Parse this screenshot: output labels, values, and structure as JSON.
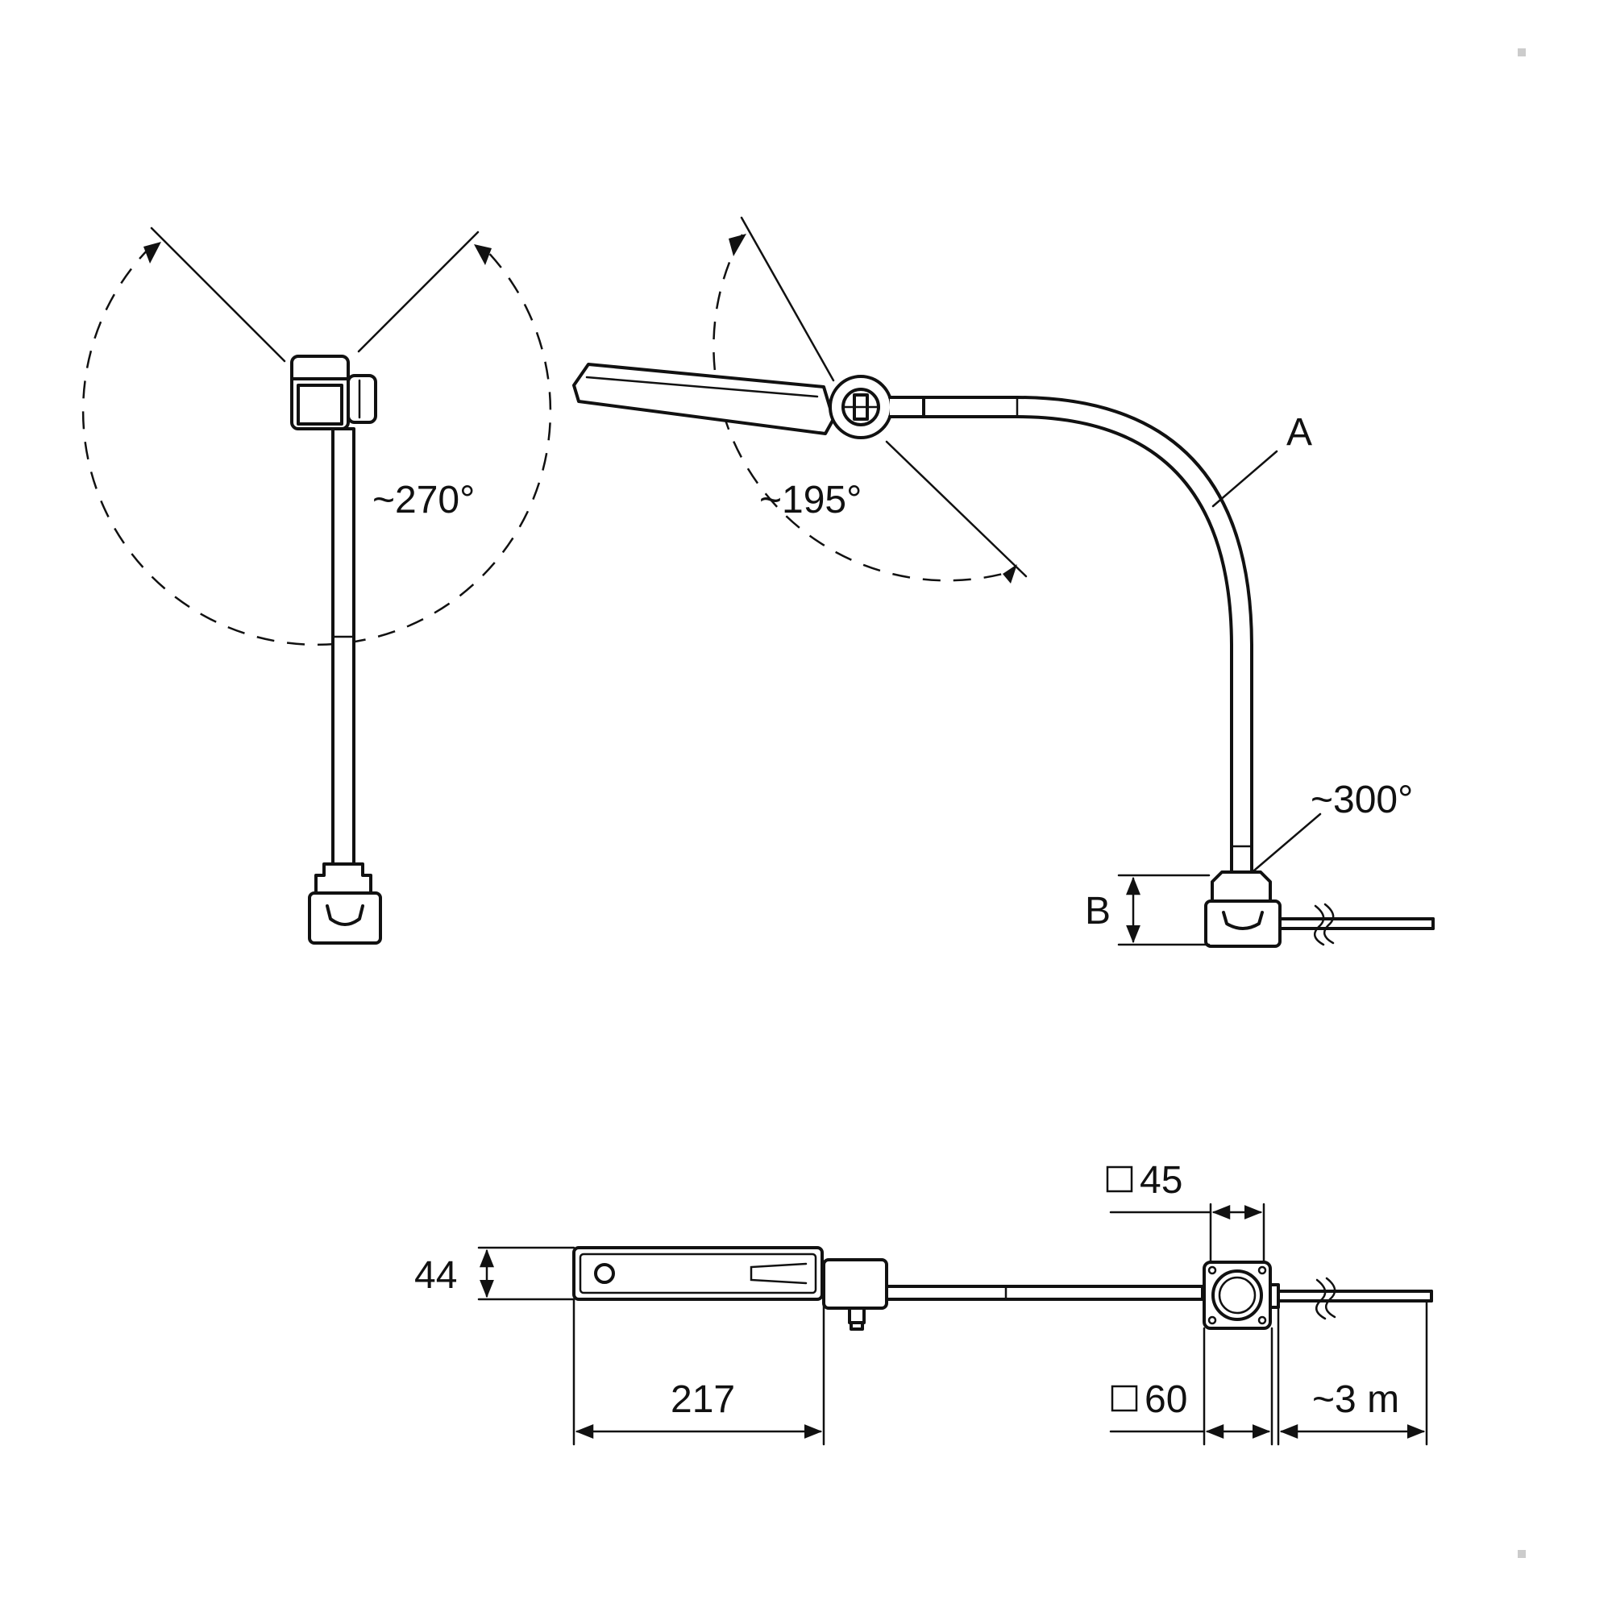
{
  "labels": {
    "top_angle": "~270°",
    "side_angle": "~195°",
    "arm": "A",
    "base_angle": "~300°",
    "base_height": "B",
    "head_height": "44",
    "head_length": "217",
    "cable_length": "~3 m",
    "mount_inner": "45",
    "mount_outer": "60"
  },
  "colors": {
    "line": "#111111",
    "background": "#ffffff"
  }
}
